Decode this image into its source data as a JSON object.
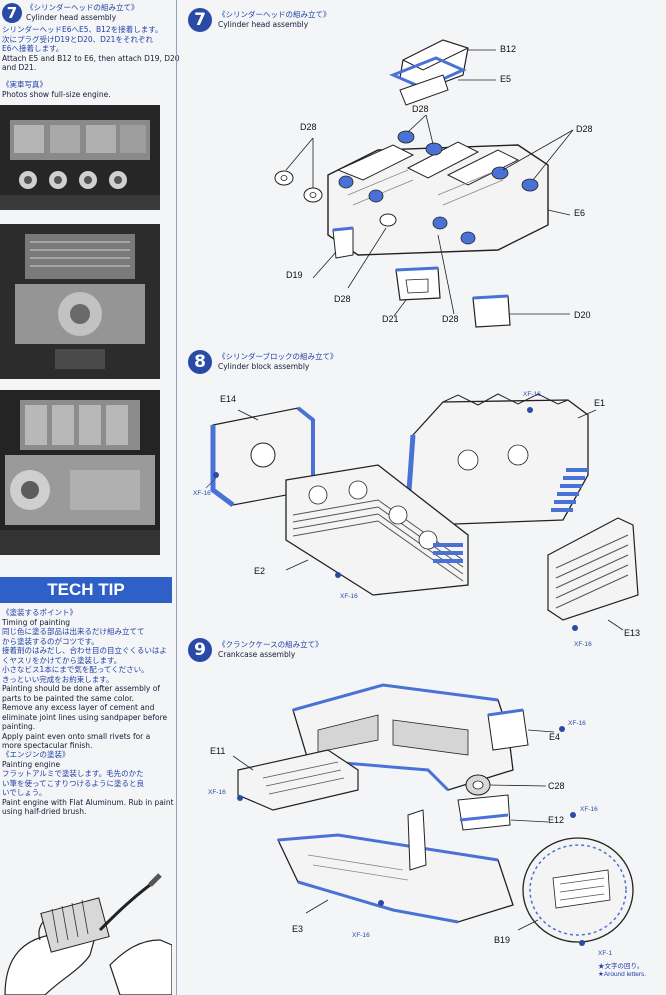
{
  "left": {
    "step7": {
      "number": "7",
      "title_jp": "《シリンダーヘッドの組み立て》",
      "title_en": "Cylinder head assembly",
      "text_jp": [
        "シリンダーヘッドE6へE5、B12を接着します。",
        "次にプラグ受けD19とD20、D21をそれぞれ",
        "E6へ接着します。"
      ],
      "text_en": [
        "Attach E5 and B12 to E6, then attach D19, D20",
        "and D21."
      ]
    },
    "photos": {
      "title_jp": "《実車写真》",
      "title_en": "Photos show full-size engine."
    },
    "tech_tip": {
      "banner": "TECH TIP",
      "p1_title_jp": "《塗装するポイント》",
      "p1_title_en": "Timing of painting",
      "p1_jp": [
        "同じ色に塗る部品は出来るだけ組み立てて",
        "から塗装するのがコツです。",
        "接着剤のはみだし、合わせ目の目立ぐくるいはよ",
        "くヤスリをかけてから塗装します。",
        "小さなビス1本にまで気を配ってください。",
        "きっといい完成をお約束します。"
      ],
      "p1_en": [
        "Painting should be done after assembly of",
        "parts to be painted the same color.",
        "Remove any excess layer of cement and",
        "eliminate joint lines using sandpaper before",
        "painting.",
        "Apply paint even onto small rivets for a",
        "more spectacular finish."
      ],
      "p2_title_jp": "《エンジンの塗装》",
      "p2_title_en": "Painting engine",
      "p2_jp": [
        "フラットアルミで塗装します。毛先のかた",
        "い筆を使ってこすりつけるように塗ると良",
        "いでしょう。"
      ],
      "p2_en": [
        "Paint engine with Flat Aluminum. Rub in paint",
        "using half-dried brush."
      ]
    }
  },
  "right": {
    "step7": {
      "number": "7",
      "title_jp": "《シリンダーヘッドの組み立て》",
      "title_en": "Cylinder head assembly",
      "labels": {
        "b12": "B12",
        "e5": "E5",
        "d28_top": "D28",
        "d28_left": "D28",
        "d28_right": "D28",
        "e6": "E6",
        "d19": "D19",
        "d28_bl": "D28",
        "d21": "D21",
        "d28_bm": "D28",
        "d20": "D20"
      }
    },
    "step8": {
      "number": "8",
      "title_jp": "《シリンダーブロックの組み立て》",
      "title_en": "Cylinder block assembly",
      "labels": {
        "e14": "E14",
        "e1": "E1",
        "e2": "E2",
        "e13": "E13"
      },
      "xf": {
        "a": "XF-16",
        "b": "XF-16",
        "c": "XF-16",
        "d": "XF-16"
      }
    },
    "step9": {
      "number": "9",
      "title_jp": "《クランクケースの組み立て》",
      "title_en": "Crankcase assembly",
      "labels": {
        "e11": "E11",
        "e4": "E4",
        "c28": "C28",
        "e12": "E12",
        "e3": "E3",
        "b19": "B19"
      },
      "xf": {
        "a": "XF-16",
        "b": "XF-16",
        "c": "XF-16",
        "d": "XF-16",
        "e": "XF-1"
      },
      "note_jp": "★文字の回り。",
      "note_en": "★Around letters."
    }
  },
  "colors": {
    "accent": "#2b4aa6",
    "banner": "#2f60c8",
    "paint": "#4a72d6"
  }
}
